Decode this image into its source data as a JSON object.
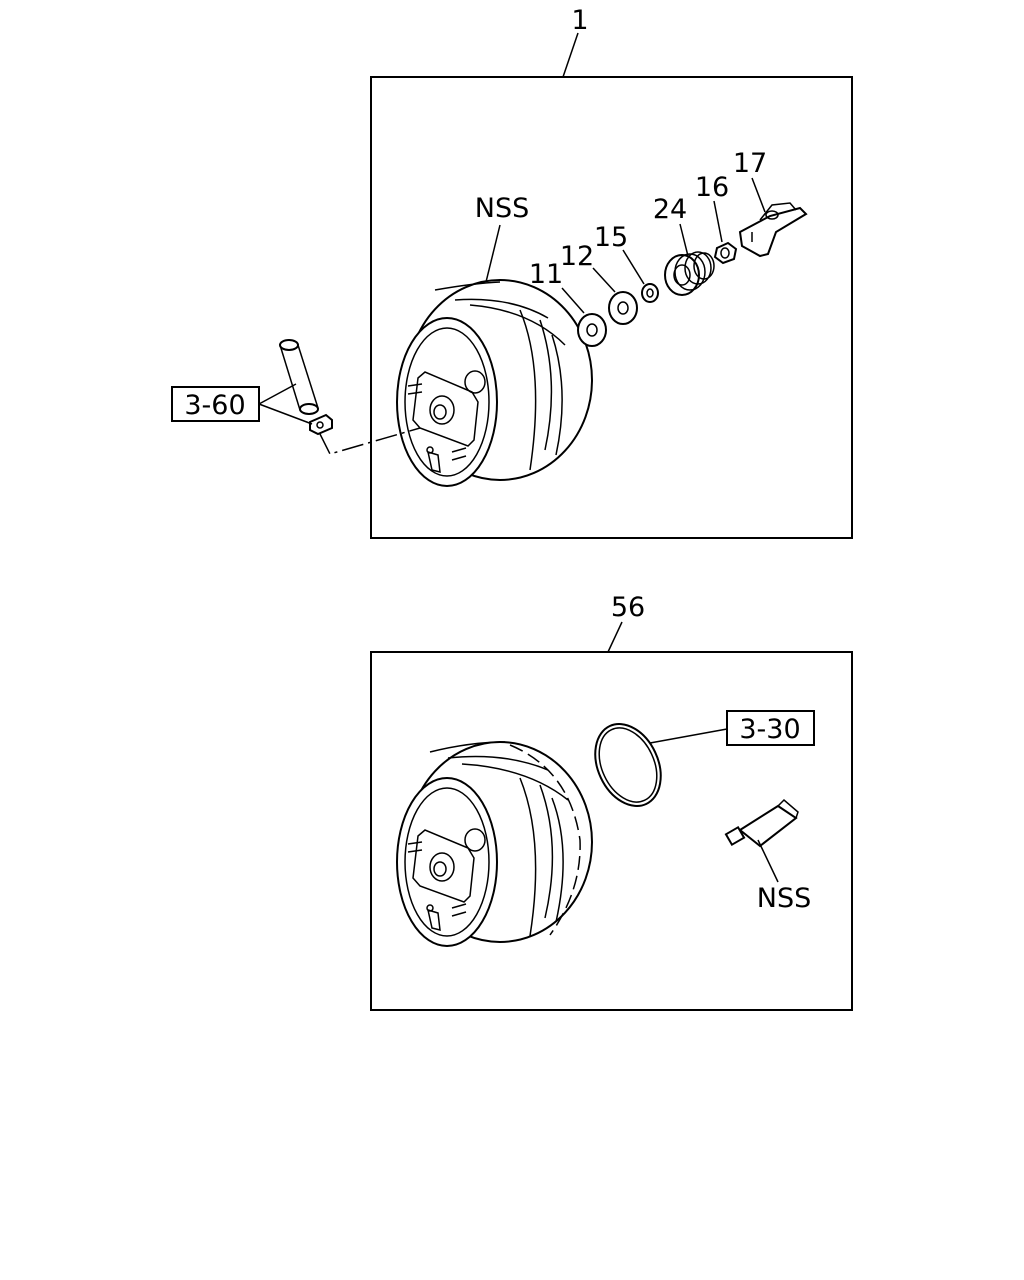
{
  "top_assembly": {
    "ref": "1",
    "labels": {
      "booster": "NSS",
      "p11": "11",
      "p12": "12",
      "p15": "15",
      "p24": "24",
      "p16": "16",
      "p17": "17"
    },
    "callout": "3-60"
  },
  "bottom_assembly": {
    "ref": "56",
    "callout": "3-30",
    "grease_label": "NSS"
  }
}
